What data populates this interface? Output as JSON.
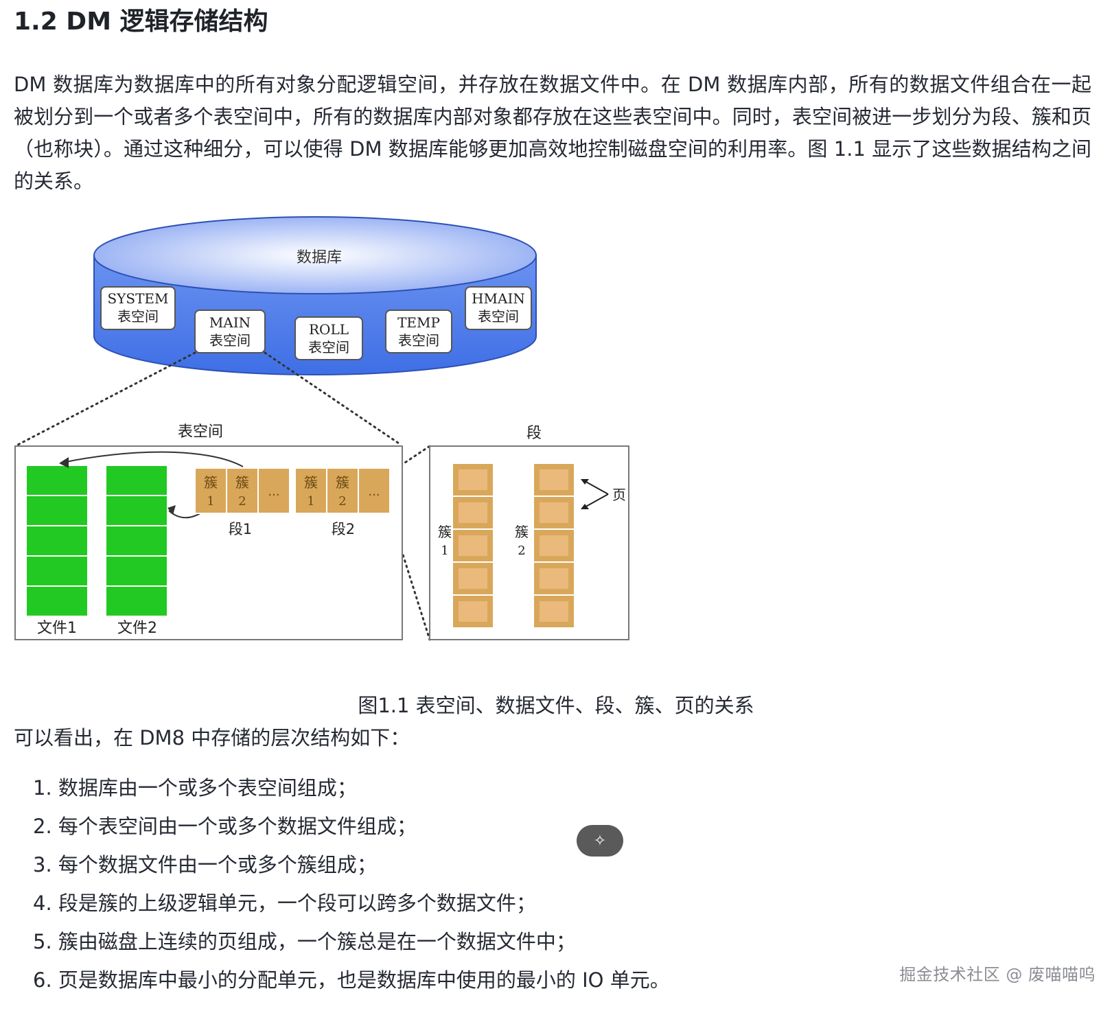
{
  "article": {
    "title": "1.2 DM 逻辑存储结构",
    "paragraph": "DM 数据库为数据库中的所有对象分配逻辑空间，并存放在数据文件中。在 DM 数据库内部，所有的数据文件组合在一起被划分到一个或者多个表空间中，所有的数据库内部对象都存放在这些表空间中。同时，表空间被进一步划分为段、簇和页（也称块）。通过这种细分，可以使得 DM 数据库能够更加高效地控制磁盘空间的利用率。图 1.1 显示了这些数据结构之间的关系。",
    "caption": "图1.1 表空间、数据文件、段、簇、页的关系",
    "intro": "可以看出，在 DM8 中存储的层次结构如下：",
    "steps": [
      "1. 数据库由一个或多个表空间组成；",
      "2. 每个表空间由一个或多个数据文件组成；",
      "3. 每个数据文件由一个或多个簇组成；",
      "4. 段是簇的上级逻辑单元，一个段可以跨多个数据文件；",
      "5. 簇由磁盘上连续的页组成，一个簇总是在一个数据文件中；",
      "6. 页是数据库中最小的分配单元，也是数据库中使用的最小的 IO 单元。"
    ],
    "watermark": "掘金技术社区 @ 废喵喵呜"
  },
  "diagram": {
    "database_label": "数据库",
    "tablespaces": [
      {
        "name": "SYSTEM",
        "sub": "表空间"
      },
      {
        "name": "MAIN",
        "sub": "表空间"
      },
      {
        "name": "ROLL",
        "sub": "表空间"
      },
      {
        "name": "TEMP",
        "sub": "表空间"
      },
      {
        "name": "HMAIN",
        "sub": "表空间"
      }
    ],
    "tablespace_panel_label": "表空间",
    "file1_label": "文件1",
    "file2_label": "文件2",
    "cluster_char": "簇",
    "cluster_num1": "1",
    "cluster_num2": "2",
    "ellipsis": "...",
    "segment1_label": "段1",
    "segment2_label": "段2",
    "segment_panel_label": "段",
    "page_label": "页",
    "colors": {
      "db_fill": "#5b86ec",
      "db_top": "#aabcf5",
      "file_green": "#22c922",
      "cluster_orange": "#d9a75a",
      "page_inner": "#e9b77a"
    }
  },
  "icons": {
    "magic_wand": "magic-wand-icon"
  }
}
